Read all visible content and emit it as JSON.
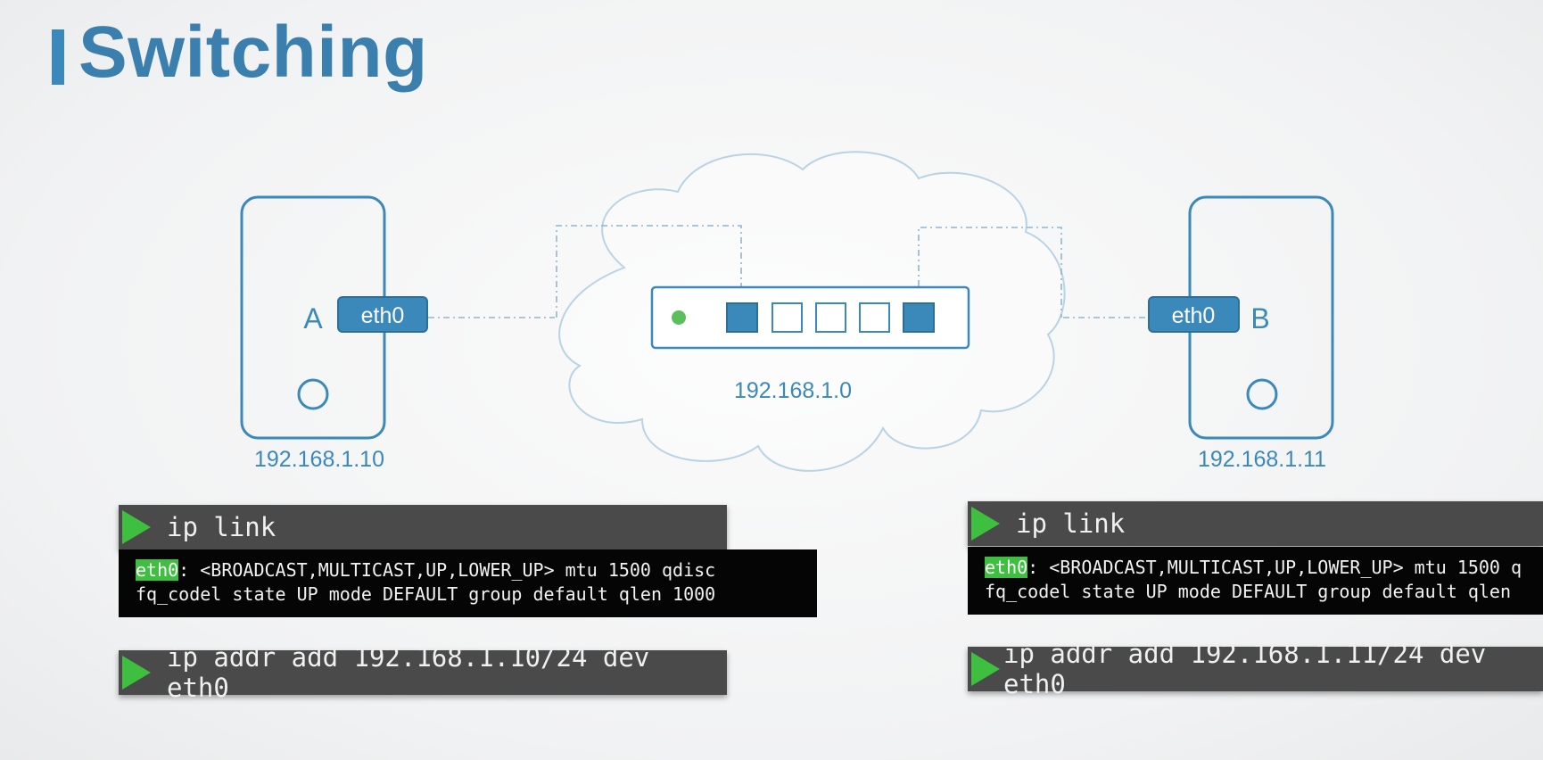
{
  "slide": {
    "title": "Switching"
  },
  "diagram": {
    "host_a": {
      "label": "A",
      "interface": "eth0",
      "ip": "192.168.1.10"
    },
    "host_b": {
      "label": "B",
      "interface": "eth0",
      "ip": "192.168.1.11"
    },
    "network": {
      "address": "192.168.1.0",
      "switch_ports": 5
    },
    "colors": {
      "accent": "#3b88bb",
      "port_fill": "#3b88bb",
      "cloud_line": "#b9d3e6",
      "status_led": "#5cbf5c"
    }
  },
  "terminals": {
    "left": {
      "cmd1": "ip link",
      "out_iface": "eth0",
      "out_line1_rest": ": <BROADCAST,MULTICAST,UP,LOWER_UP> mtu 1500 qdisc",
      "out_line2": "fq_codel state UP mode DEFAULT group default qlen 1000",
      "cmd2": "ip addr add 192.168.1.10/24 dev eth0"
    },
    "right": {
      "cmd1": "ip link",
      "out_iface": "eth0",
      "out_line1_rest": ": <BROADCAST,MULTICAST,UP,LOWER_UP> mtu 1500 q",
      "out_line2": "fq_codel state UP mode DEFAULT group default qlen",
      "cmd2": "ip addr add 192.168.1.11/24 dev eth0"
    }
  }
}
